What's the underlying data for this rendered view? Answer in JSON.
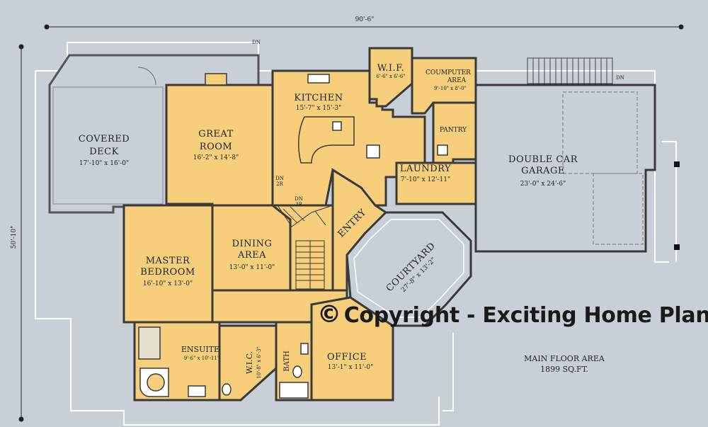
{
  "dimensions": {
    "width_label": "90'-6\"",
    "depth_label": "50'-10\""
  },
  "rooms": {
    "covered_deck": {
      "name": [
        "COVERED",
        "DECK"
      ],
      "size": "17'-10\" x 16'-0\""
    },
    "great_room": {
      "name": [
        "GREAT",
        "ROOM"
      ],
      "size": "16'-2\" x 14'-8\""
    },
    "kitchen": {
      "name": "KITCHEN",
      "size": "15'-7\" x 15'-3\""
    },
    "wif": {
      "name": "W.I.F.",
      "size": "6'-6\" x 6'-6\""
    },
    "computer_area": {
      "name": [
        "COUMPUTER",
        "AREA"
      ],
      "size": "9'-10\" x 8'-0\""
    },
    "pantry": {
      "name": "PANTRY"
    },
    "laundry": {
      "name": "LAUNDRY",
      "size": "7'-10\" x 12'-11\""
    },
    "garage": {
      "name": [
        "DOUBLE CAR",
        "GARAGE"
      ],
      "size": "23'-0\" x 24'-6\""
    },
    "dining": {
      "name": [
        "DINING",
        "AREA"
      ],
      "size": "13'-0\" x 11'-0\""
    },
    "master": {
      "name": [
        "MASTER",
        "BEDROOM"
      ],
      "size": "16'-10\" x 13'-0\""
    },
    "courtyard": {
      "name": "COURTYARD",
      "size": "27'-8\" x 13'-2\""
    },
    "entry": {
      "name": "ENTRY"
    },
    "ensuite": {
      "name": "ENSUITE",
      "size": "9'-6\" x 10'-11\""
    },
    "wic": {
      "name": "W.I.C.",
      "size": "10'-8\" x 6'-3\""
    },
    "bath": {
      "name": "BATH"
    },
    "office": {
      "name": "OFFICE",
      "size": "13'-1\" x 11'-0\""
    }
  },
  "stair_notes": {
    "dn": "DN",
    "up_2r": "2R",
    "dn_3r": "3R"
  },
  "area_summary": {
    "line1": "MAIN FLOOR AREA",
    "line2": "1899 SQ.FT."
  },
  "watermark": {
    "symbol": "©",
    "text": "Copyright - Exciting Home Plans"
  },
  "colors": {
    "background": "#c9cfd6",
    "room_fill": "#f7cf7c",
    "wall": "#3a3a3a",
    "outline": "#ffffff"
  }
}
